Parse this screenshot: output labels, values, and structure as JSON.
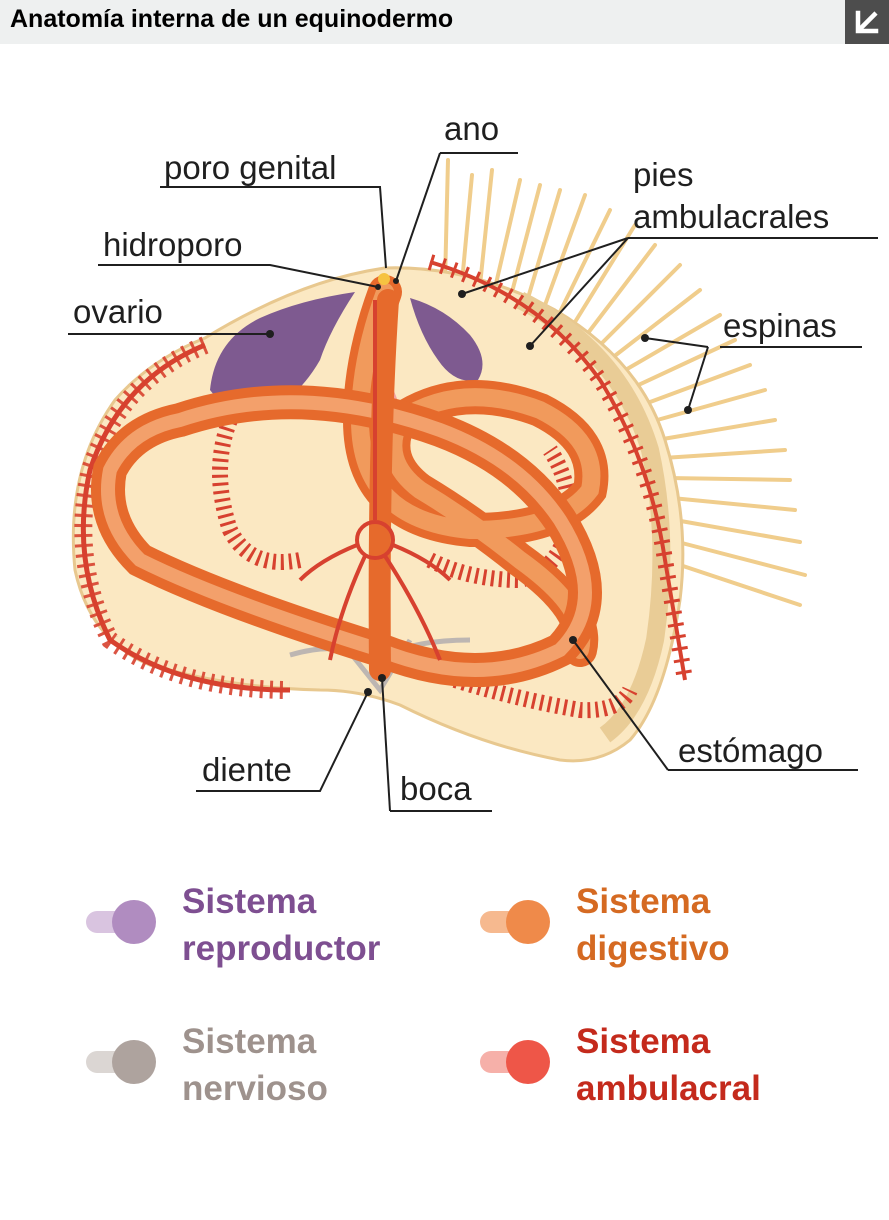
{
  "header": {
    "title": "Anatomía interna de un equinodermo",
    "collapse_icon": "arrow-down-left-icon"
  },
  "labels": {
    "ano": "ano",
    "poro_genital": "poro genital",
    "hidroporo": "hidroporo",
    "ovario": "ovario",
    "pies_line1": "pies",
    "pies_line2": "ambulacrales",
    "espinas": "espinas",
    "estomago": "estómago",
    "diente": "diente",
    "boca": "boca"
  },
  "legend": [
    {
      "line1": "Sistema",
      "line2": "reproductor",
      "color": "#7e4f91",
      "toggle_track": "#d9c4e0",
      "toggle_knob": "#b08cc0"
    },
    {
      "line1": "Sistema",
      "line2": "digestivo",
      "color": "#d56a22",
      "toggle_track": "#f6b98f",
      "toggle_knob": "#ef8a4a"
    },
    {
      "line1": "Sistema",
      "line2": "nervioso",
      "color": "#9e928d",
      "toggle_track": "#dbd6d3",
      "toggle_knob": "#aea39e"
    },
    {
      "line1": "Sistema",
      "line2": "ambulacral",
      "color": "#c42a1c",
      "toggle_track": "#f6b0a9",
      "toggle_knob": "#ee5648"
    }
  ]
}
